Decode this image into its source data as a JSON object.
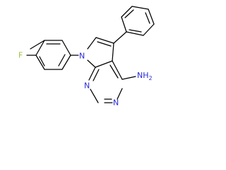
{
  "molecule": {
    "atom_labels": {
      "fluorine": "F",
      "pyrrole_nitrogen": "N",
      "pyrimidine_nitrogen_upper": "N",
      "pyrimidine_nitrogen_lower": "N",
      "amine": "NH2"
    },
    "colors": {
      "bond": "#000000",
      "nitrogen": "#2a2ad8",
      "fluorine": "#9cc23a",
      "background": "#ffffff"
    }
  }
}
